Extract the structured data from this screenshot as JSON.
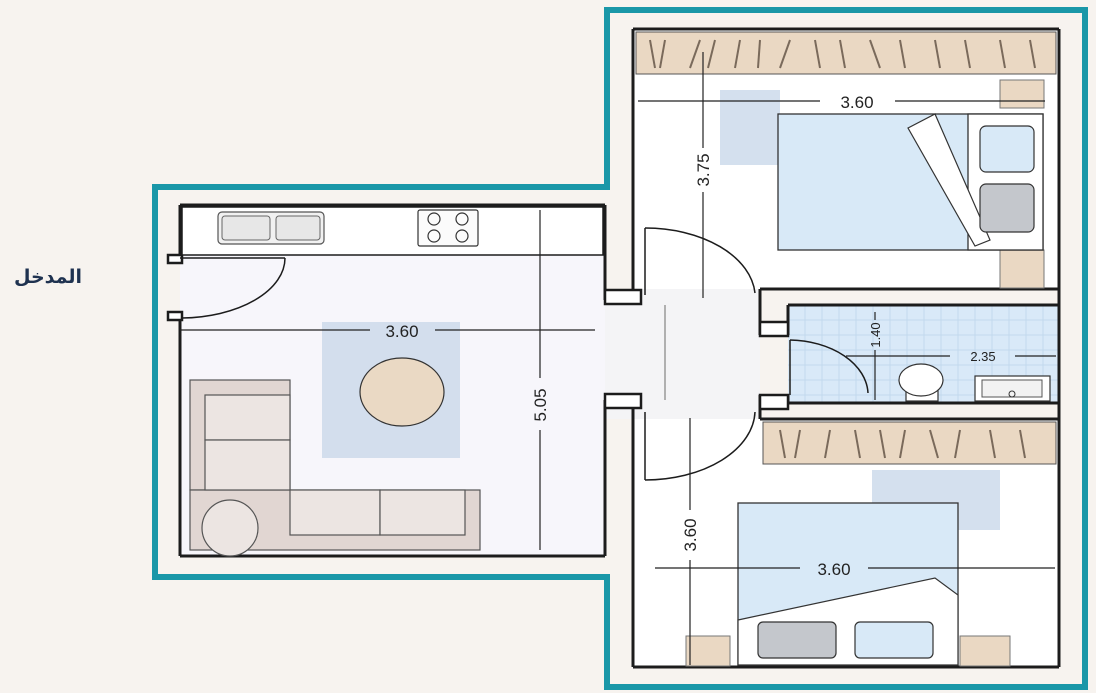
{
  "entrance_label": "المدخل",
  "colors": {
    "outline": "#1a97a8",
    "wall": "#1c1c1c",
    "floor": "#ffffff",
    "furniture_beige": "#e8d6c7",
    "bed_blue": "#d8e9f7",
    "tile_blue": "#d9e9f8",
    "page_bg": "#f7f3ef"
  },
  "dimensions": {
    "living_width": "3.60",
    "living_length": "5.05",
    "bedroom1_width": "3.60",
    "bedroom1_length": "3.75",
    "bathroom_width": "1.40",
    "bathroom_length": "2.35",
    "bedroom2_width": "3.60",
    "bedroom2_length": "3.60"
  }
}
